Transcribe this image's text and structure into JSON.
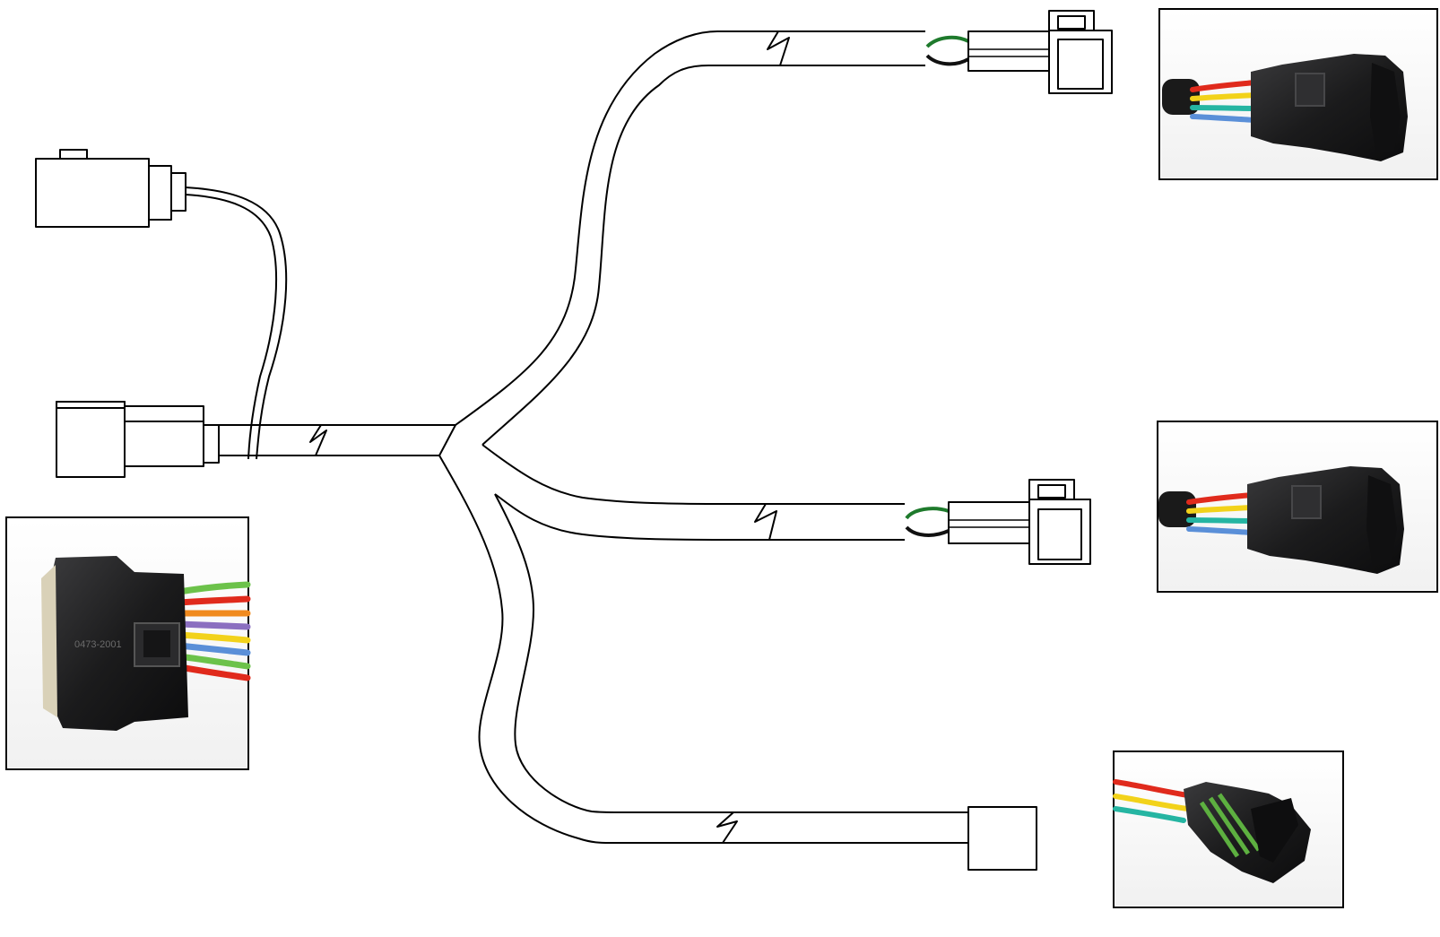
{
  "diagram": {
    "type": "wiring-harness-drawing",
    "colors": {
      "line": "#000000",
      "background": "#ffffff",
      "wire_green": "#1e7a2c",
      "wire_black": "#111111",
      "connector_body": "#1e1e1f",
      "wire_red": "#e02a1c",
      "wire_orange": "#f08a1e",
      "wire_yellow": "#f2d21a",
      "wire_light_green": "#6cc24a",
      "wire_teal": "#25b5a2",
      "wire_blue": "#5a8fd8",
      "wire_violet": "#8b6fc0"
    },
    "photos": [
      {
        "name": "main-connector-photo",
        "label": "0473-2001",
        "wires": [
          "wire_light_green",
          "wire_red",
          "wire_orange",
          "wire_violet",
          "wire_yellow",
          "wire_blue"
        ]
      },
      {
        "name": "upper-branch-connector-photo",
        "wires": [
          "wire_red",
          "wire_yellow",
          "wire_teal",
          "wire_blue"
        ]
      },
      {
        "name": "middle-branch-connector-photo",
        "wires": [
          "wire_red",
          "wire_yellow",
          "wire_teal",
          "wire_blue"
        ]
      },
      {
        "name": "lower-branch-connector-photo",
        "wires": [
          "wire_red",
          "wire_yellow",
          "wire_teal"
        ]
      }
    ]
  }
}
